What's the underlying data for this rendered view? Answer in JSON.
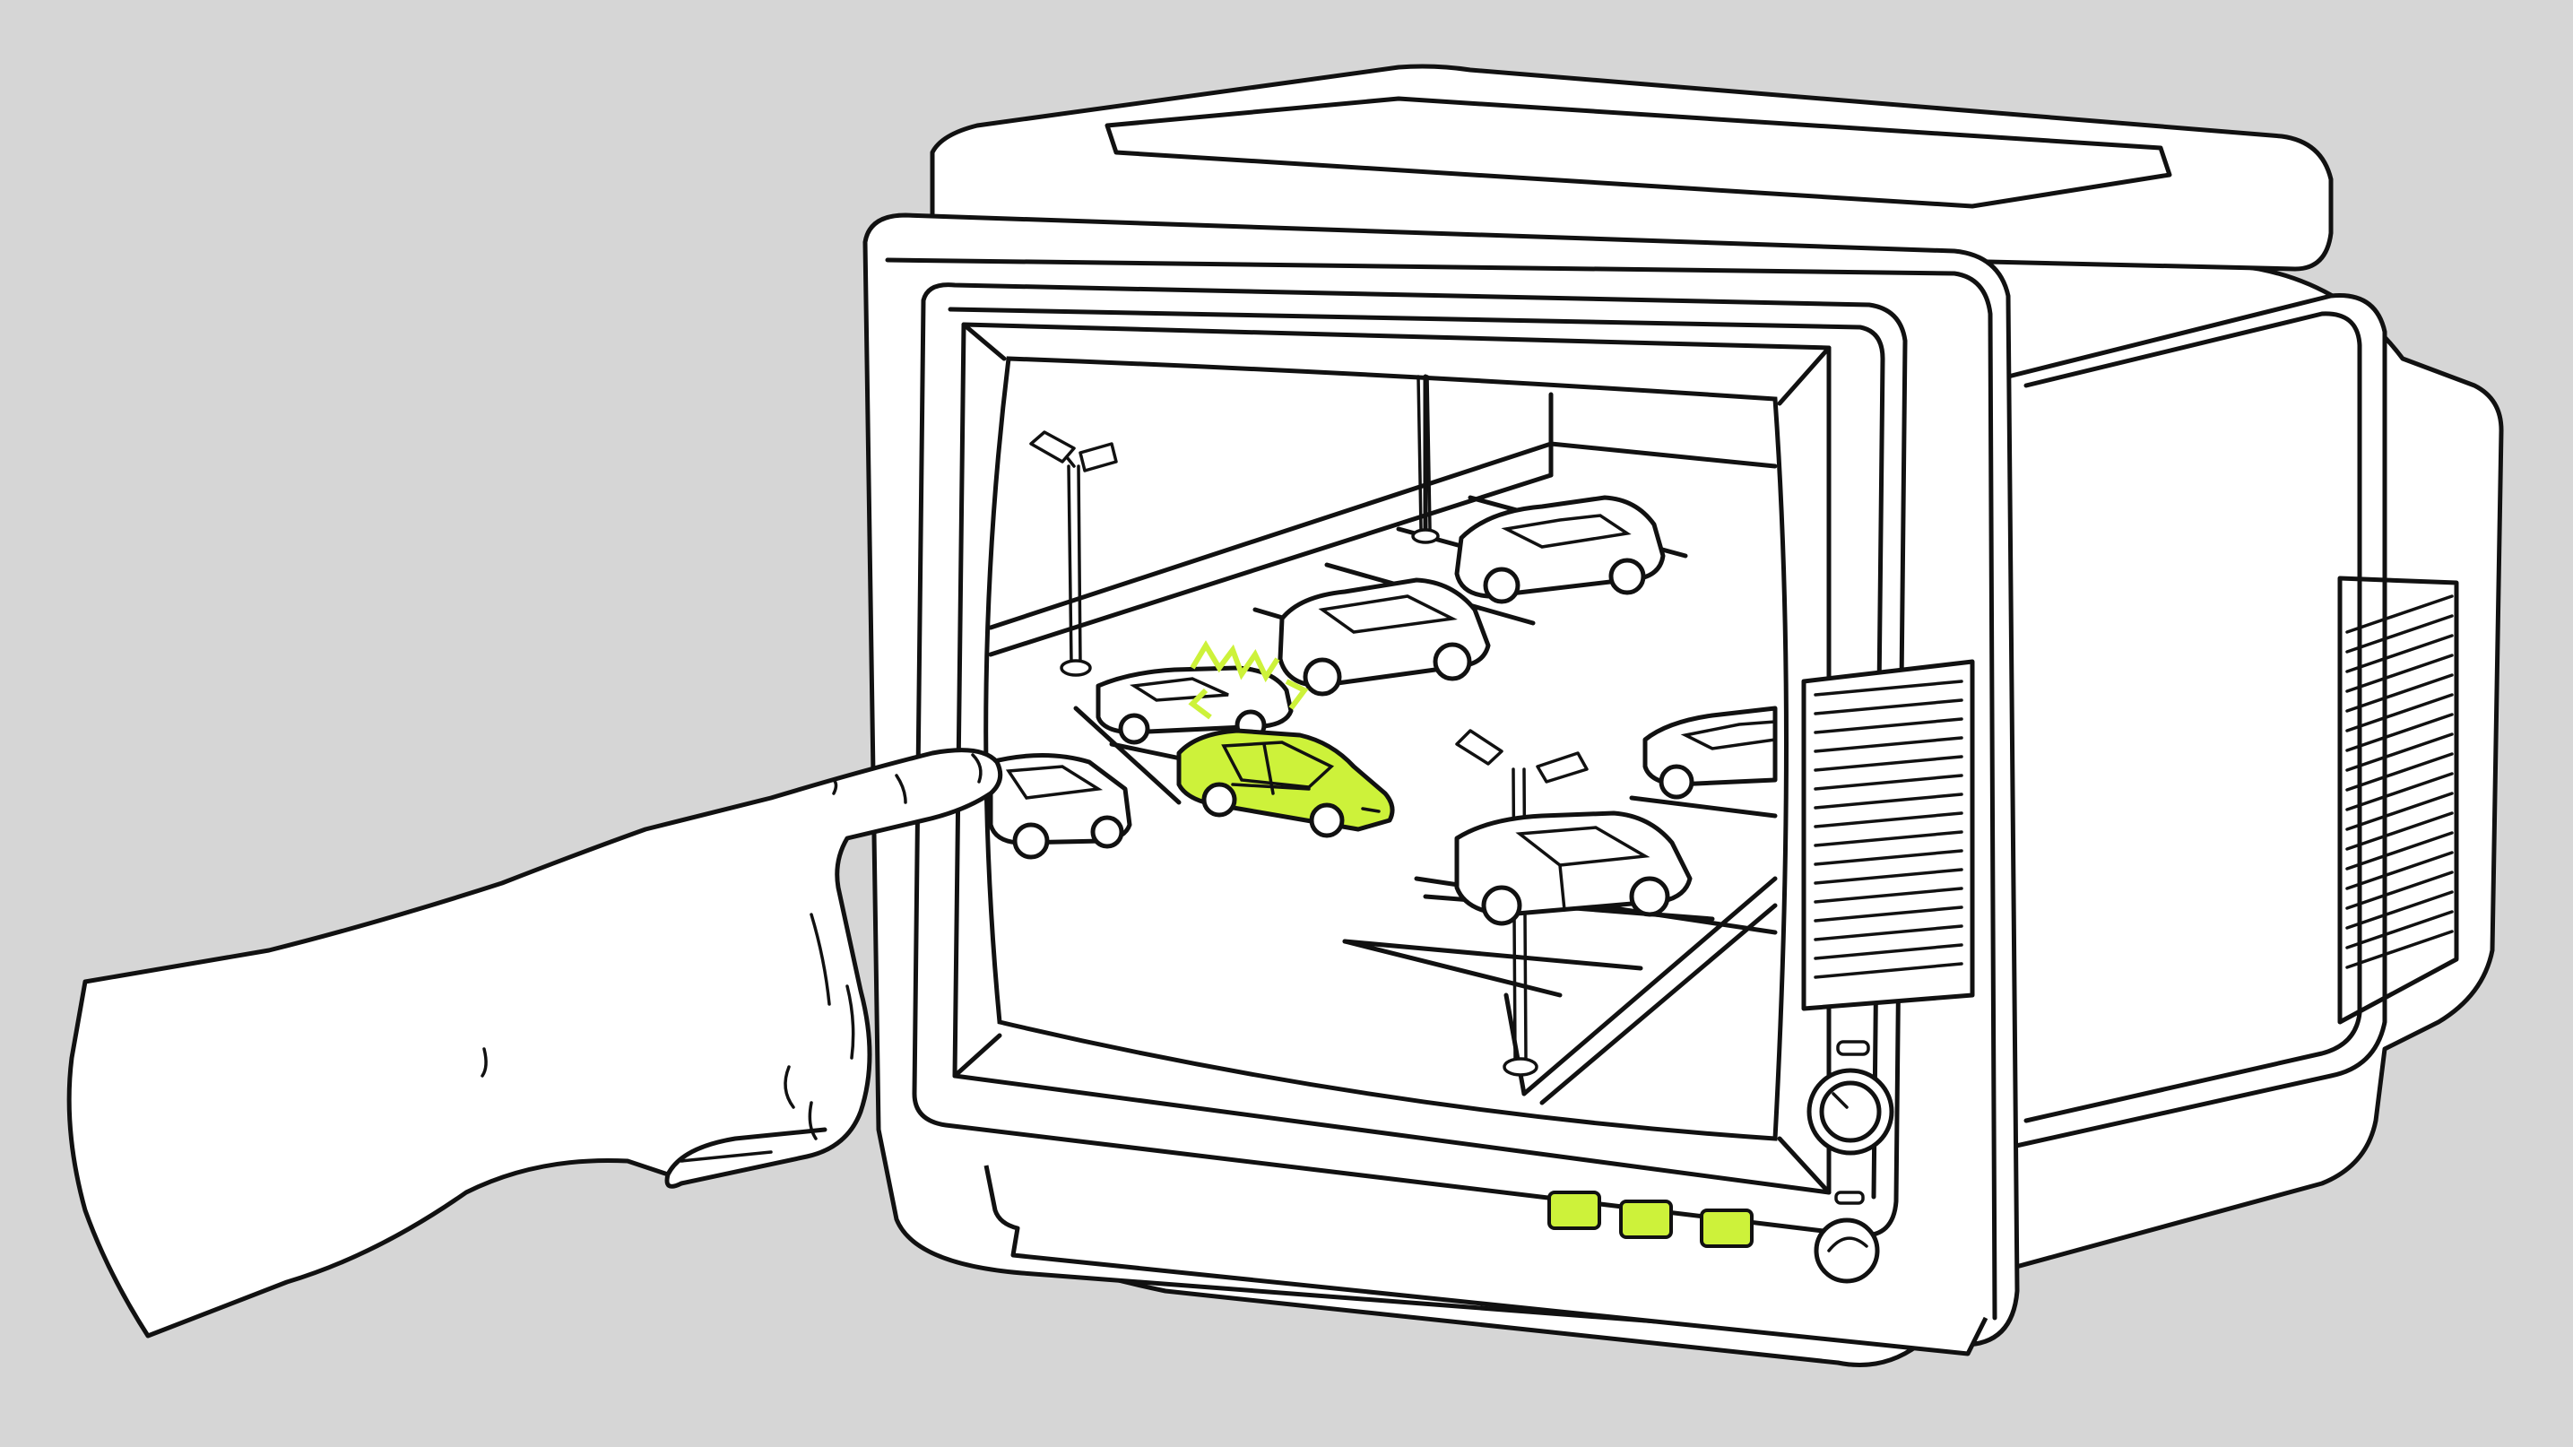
{
  "colors": {
    "background": "#d6d6d6",
    "outline": "#111111",
    "fill": "#ffffff",
    "accent": "#cdf23a"
  },
  "icons": {
    "monitor": "crt-monitor",
    "hand": "pointing-hand",
    "highlighted_car": "alert-car"
  }
}
